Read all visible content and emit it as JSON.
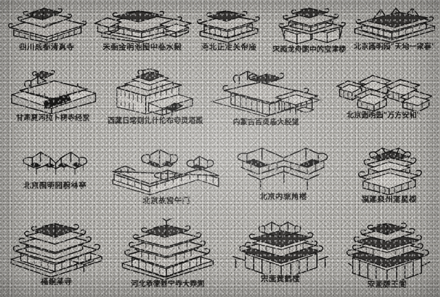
{
  "plate": {
    "kind": "printed-plate",
    "medium": "scanned halftone line drawings on gray paper",
    "paper_color": "#b5b3ae",
    "ink_color": "#1b1a19",
    "rows": 4,
    "columns": 4,
    "figure_count": 16
  },
  "figures": [
    {
      "id": 1,
      "row": 1,
      "col": 1,
      "caption": "四川成都清真寺",
      "drawing": "single-story-hall-with-double-hip-roof-pavilions"
    },
    {
      "id": 2,
      "row": 1,
      "col": 2,
      "caption": "宋画金明池图中临水殿",
      "drawing": "waterside-hall-compound-with-side-wings"
    },
    {
      "id": 3,
      "row": 1,
      "col": 3,
      "caption": "河北正定关帝庙",
      "drawing": "small-temple-hall-on-podium"
    },
    {
      "id": 4,
      "row": 1,
      "col": 4,
      "caption": "宋画龙舟图中的宝津楼",
      "drawing": "two-story-pavilion-on-splayed-base"
    },
    {
      "id": 5,
      "row": 1,
      "col": 5,
      "caption": "北京圆明园\"天地一家春\"",
      "drawing": "long-hall-with-multiple-gable-ridges"
    },
    {
      "id": 6,
      "row": 2,
      "col": 1,
      "caption": "甘肃夏河拉卜楞寺经堂",
      "drawing": "tibetan-courtyard-assembly-hall"
    },
    {
      "id": 7,
      "row": 2,
      "col": 2,
      "caption": "西藏日喀则扎什伦布寺灵塔殿",
      "drawing": "tibetan-stupa-hall-tall-block"
    },
    {
      "id": 8,
      "row": 2,
      "col": 3,
      "caption": "内蒙古百灵庙大经堂",
      "drawing": "mongolian-assembly-hall-on-wide-platform"
    },
    {
      "id": 9,
      "row": 2,
      "col": 4,
      "caption": "北京圆明园\"万方安和\"",
      "drawing": "swastika-plan-cluster-of-halls"
    },
    {
      "id": 10,
      "row": 3,
      "col": 1,
      "caption": "北京圆明园蔚林亭",
      "drawing": "double-joined-open-pavilion"
    },
    {
      "id": 11,
      "row": 3,
      "col": 2,
      "caption": "北京故宫午门",
      "drawing": "u-shaped-meridian-gate-with-towers"
    },
    {
      "id": 12,
      "row": 3,
      "col": 3,
      "caption": "北京内城角楼",
      "drawing": "corner-watchtower-on-city-wall"
    },
    {
      "id": 13,
      "row": 3,
      "col": 4,
      "caption": "福建泉州奎星楼",
      "drawing": "three-tier-hexagonal-tower"
    },
    {
      "id": 14,
      "row": 4,
      "col": 1,
      "caption": "福建某寺",
      "drawing": "terraced-temple-complex-stepped-roofs"
    },
    {
      "id": 15,
      "row": 4,
      "col": 2,
      "caption": "河北承德普宁寺大乘阁",
      "drawing": "multi-eave-great-hall-pavilion"
    },
    {
      "id": 16,
      "row": 4,
      "col": 3,
      "caption": "宋画黄鹤楼",
      "drawing": "yellow-crane-tower-cluster-on-terrace"
    },
    {
      "id": 17,
      "row": 4,
      "col": 4,
      "caption": "宋画滕王阁",
      "drawing": "tengwang-pavilion-multi-roof-on-terrace"
    }
  ],
  "captions": {
    "r1c1": "四川成都清真寺",
    "r1c2": "宋画金明池图中临水殿",
    "r1c3": "河北正定关帝庙",
    "r1c4": "宋画龙舟图中的宝津楼",
    "r1c5": "北京圆明园\"天地一家春\"",
    "r2c1": "甘肃夏河拉卜楞寺经堂",
    "r2c2": "西藏日喀则扎什伦布寺灵塔殿",
    "r2c3": "内蒙古百灵庙大经堂",
    "r2c4": "北京圆明园\"万方安和\"",
    "r3c1": "北京圆明园蔚林亭",
    "r3c2": "北京故宫午门",
    "r3c3": "北京内城角楼",
    "r3c4": "福建泉州奎星楼",
    "r4c1": "福建某寺",
    "r4c2": "河北承德普宁寺大乘阁",
    "r4c3": "宋画黄鹤楼",
    "r4c4": "宋画滕王阁"
  }
}
